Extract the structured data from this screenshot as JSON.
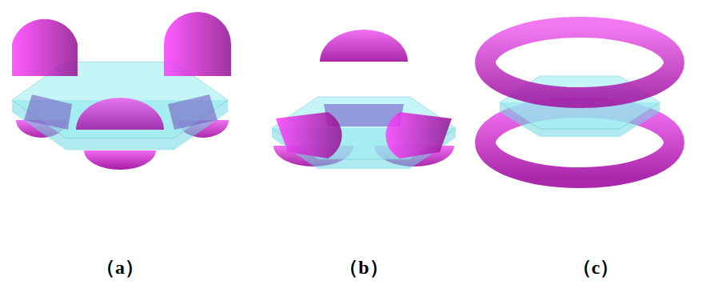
{
  "diagram": {
    "labels": [
      "（a）",
      "（b）",
      "（c）"
    ]
  }
}
